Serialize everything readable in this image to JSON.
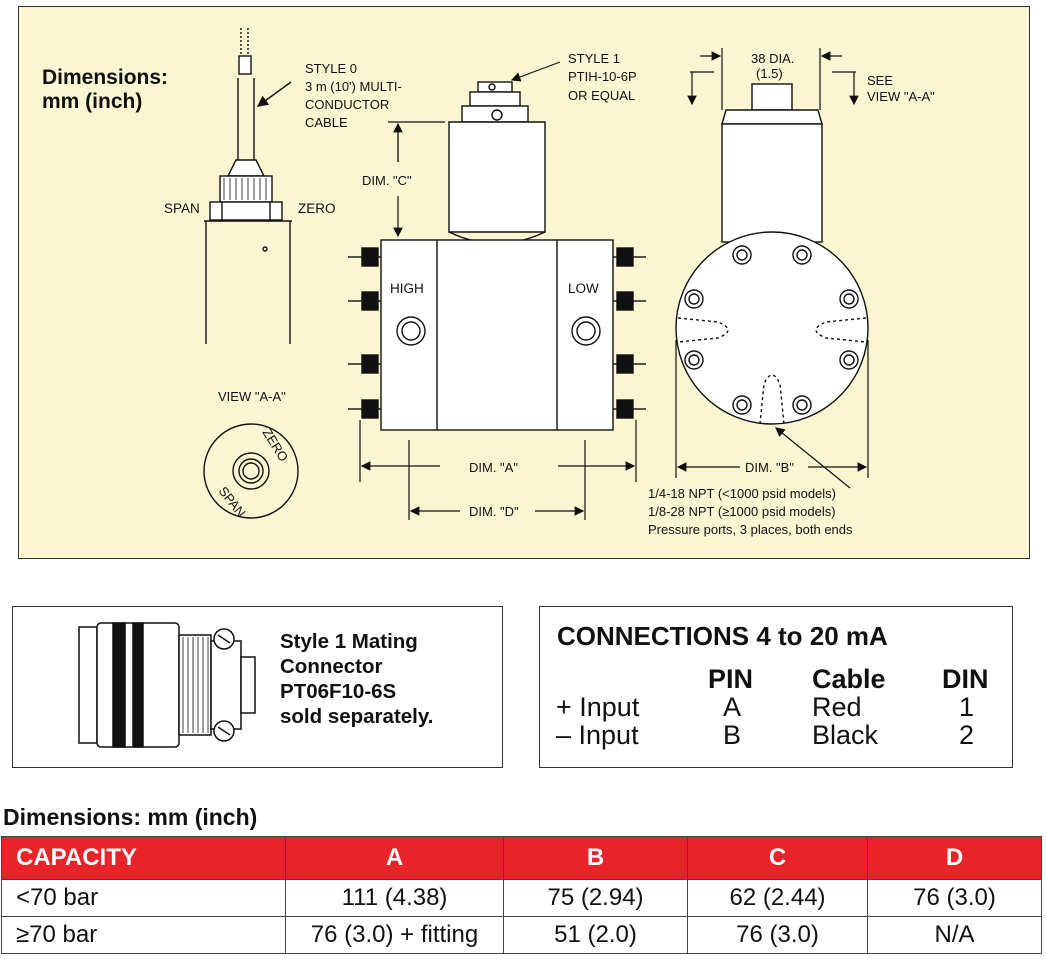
{
  "drawing": {
    "heading_line1": "Dimensions:",
    "heading_line2": "mm (inch)",
    "style0_label": [
      "STYLE 0",
      "3 m (10') MULTI-",
      "CONDUCTOR",
      "CABLE"
    ],
    "style1_label": [
      "STYLE 1",
      "PTIH-10-6P",
      "OR EQUAL"
    ],
    "dia_label": [
      "38  DIA.",
      "(1.5)"
    ],
    "see_view_label": [
      "SEE",
      "VIEW \"A-A\""
    ],
    "span_label": "SPAN",
    "zero_label": "ZERO",
    "dim_c_label": "DIM. \"C\"",
    "high_label": "HIGH",
    "low_label": "LOW",
    "view_aa_label": "VIEW \"A-A\"",
    "dial_zero": "ZERO",
    "dial_span": "SPAN",
    "dim_a_label": "DIM. \"A\"",
    "dim_d_label": "DIM. \"D\"",
    "dim_b_label": "DIM. \"B\"",
    "port_notes": [
      "1/4-18 NPT (<1000 psid models)",
      "1/8-28 NPT (≥1000 psid models)",
      "Pressure ports, 3 places, both ends"
    ]
  },
  "connector": {
    "lines": [
      "Style 1 Mating",
      "Connector",
      "PT06F10-6S",
      "sold separately."
    ]
  },
  "connections": {
    "title": "CONNECTIONS 4 to 20 mA",
    "headers": [
      "PIN",
      "Cable",
      "DIN"
    ],
    "rows": [
      {
        "label": "+ Input",
        "pin": "A",
        "cable": "Red",
        "din": "1"
      },
      {
        "label": "– Input",
        "pin": "B",
        "cable": "Black",
        "din": "2"
      }
    ]
  },
  "dimensions_table": {
    "heading": "Dimensions: mm (inch)",
    "headers": [
      "CAPACITY",
      "A",
      "B",
      "C",
      "D"
    ],
    "rows": [
      [
        "<70 bar",
        "111 (4.38)",
        "75 (2.94)",
        "62 (2.44)",
        "76 (3.0)"
      ],
      [
        "≥70 bar",
        "76 (3.0) + fitting",
        "51 (2.0)",
        "76 (3.0)",
        "N/A"
      ]
    ]
  },
  "colors": {
    "panel_bg": "#fbf6d2",
    "table_header_bg": "#e8232a",
    "table_header_text": "#ffffff"
  }
}
